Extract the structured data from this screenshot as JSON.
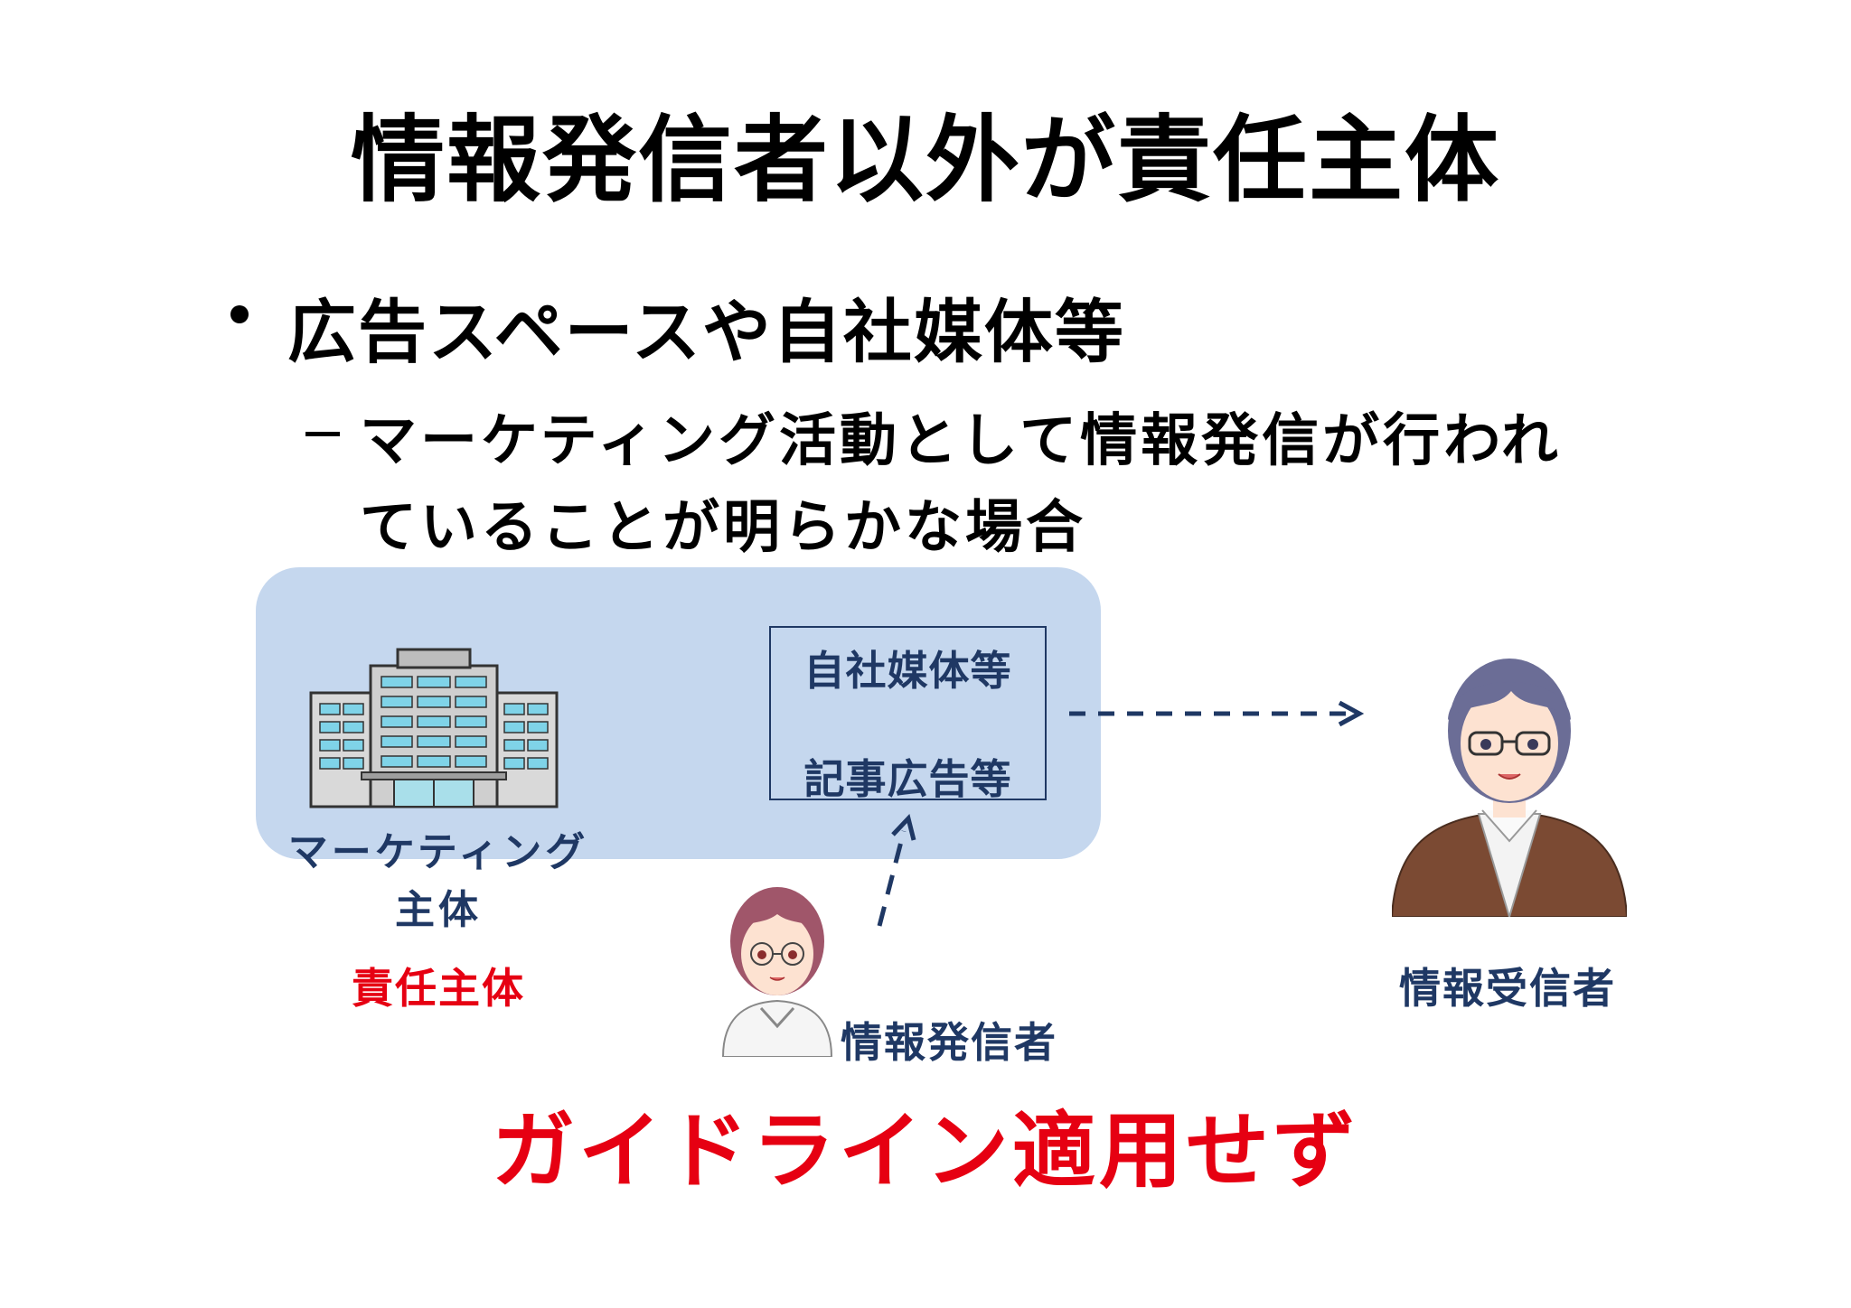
{
  "title": "情報発信者以外が責任主体",
  "bullet": "広告スペースや自社媒体等",
  "sub_bullet_lines": [
    "マーケティング活動として情報発信が行われ",
    "ていることが明らかな場合"
  ],
  "diagram": {
    "media_labels": [
      "自社媒体等",
      "記事広告等"
    ],
    "marketing_label_lines": [
      "マーケティング",
      "主体"
    ],
    "responsible_label": "責任主体",
    "sender_label": "情報発信者",
    "receiver_label": "情報受信者"
  },
  "conclusion": "ガイドライン適用せず",
  "colors": {
    "box_fill": "#c5d7ee",
    "navy": "#1f3864",
    "red": "#e60012"
  }
}
